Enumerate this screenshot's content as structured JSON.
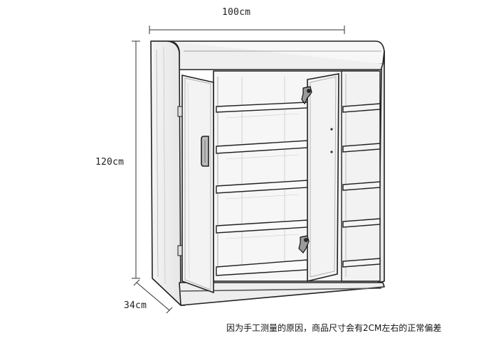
{
  "dimensions": {
    "width": "100cm",
    "height": "120cm",
    "depth": "34cm"
  },
  "disclaimer": "因为手工测量的原因，商品尺寸会有2CM左右的正常偏差"
}
